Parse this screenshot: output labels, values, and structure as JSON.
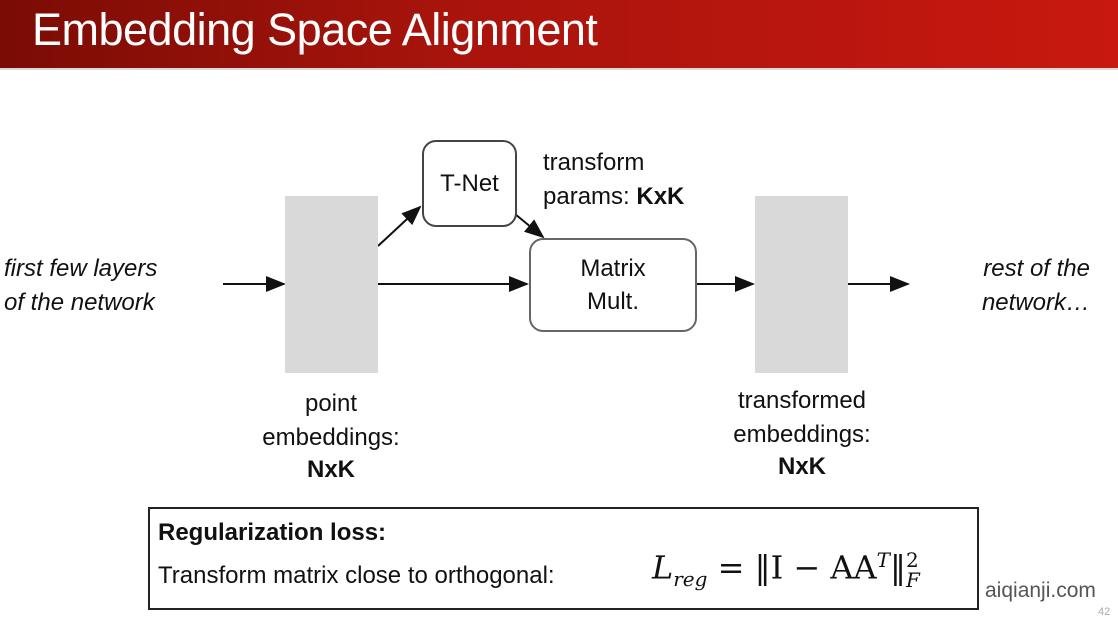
{
  "title": "Embedding Space Alignment",
  "diagram": {
    "input_label": [
      "first few layers",
      "of the network"
    ],
    "tnet_label": "T-Net",
    "transform_params": {
      "line1": "transform",
      "line2_prefix": "params: ",
      "line2_bold": "KxK"
    },
    "matrix_mult": [
      "Matrix",
      "Mult."
    ],
    "point_embeddings": [
      "point",
      "embeddings:",
      "NxK"
    ],
    "transformed_embeddings": [
      "transformed",
      "embeddings:",
      "NxK"
    ],
    "output_label": [
      "rest of the",
      "network…"
    ]
  },
  "loss": {
    "heading": "Regularization loss:",
    "description": "Transform matrix close to orthogonal:",
    "formula": {
      "lhs": "L",
      "lhs_sub": "reg",
      "rhs": "= ‖I − AA",
      "sup_T": "T",
      "norm_end": "‖",
      "sup": "2",
      "sub": "F"
    }
  },
  "watermark": "aiqianji.com",
  "page_number": "42",
  "colors": {
    "title_bar_start": "#7a0c05",
    "title_bar_end": "#c8180f",
    "block": "#d9d9d9"
  }
}
